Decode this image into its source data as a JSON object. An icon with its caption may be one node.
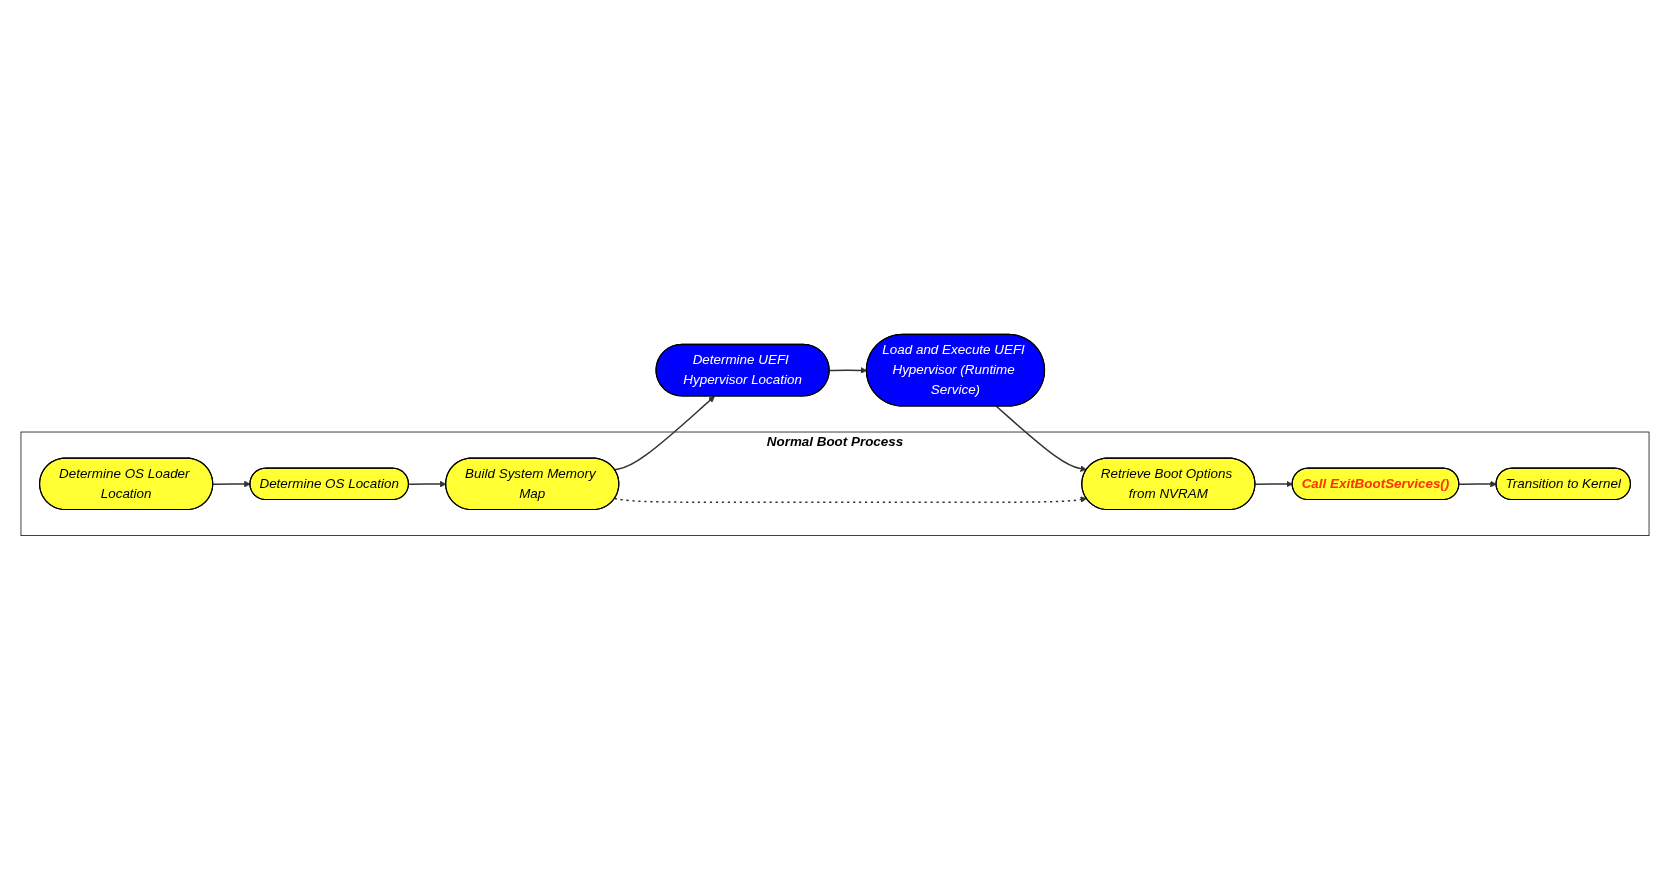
{
  "diagram": {
    "nodes": [
      {
        "text": [
          "Normal Boot Process"
        ]
      },
      {
        "text": [
          "Determine OS Loader Location"
        ],
        "in": 0
      },
      {
        "text": [
          "Determine OS Location"
        ],
        "in": 0
      },
      {
        "text": [
          "Build System Memory Map"
        ],
        "in": 0
      },
      {
        "text": [
          "Determine UEFI Hypervisor Location"
        ]
      },
      {
        "text": [
          "Load and Execute UEFI Hypervisor (Runtime Service)"
        ]
      },
      {
        "text": [
          "Retrieve Boot Options from NVRAM"
        ],
        "in": 0
      },
      {
        "text": [
          "Call ExitBootServices()"
        ],
        "in": 0
      },
      {
        "text": [
          "Transition to Kernel"
        ],
        "in": 0
      }
    ],
    "edges": [
      {
        "from": 1,
        "to": 2,
        "arrow": "to"
      },
      {
        "from": 2,
        "to": 3,
        "arrow": "to"
      },
      {
        "from": 3,
        "to": 4,
        "arrow": "to"
      },
      {
        "from": 4,
        "to": 5,
        "arrow": "to"
      },
      {
        "from": 5,
        "to": 6,
        "arrow": "to"
      },
      {
        "from": 3,
        "to": 6,
        "arrow": "to",
        "style": "dashed"
      },
      {
        "from": 6,
        "to": 7,
        "arrow": "to"
      },
      {
        "from": 7,
        "to": 8,
        "arrow": "to"
      }
    ]
  }
}
